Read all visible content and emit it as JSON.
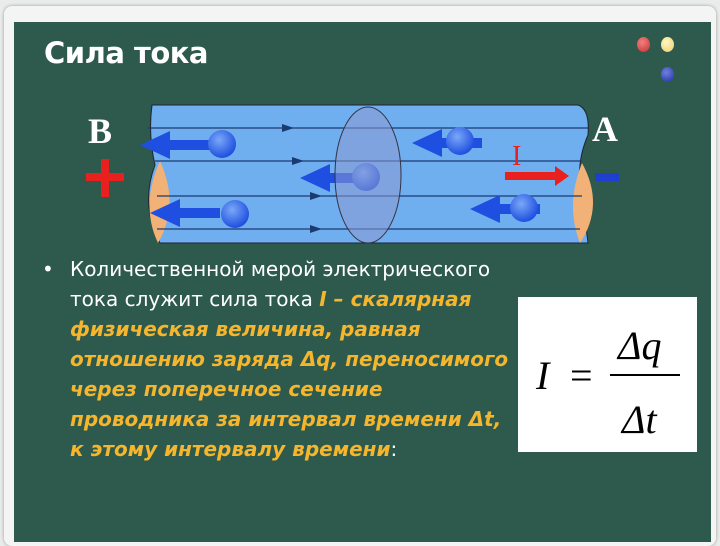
{
  "slide": {
    "title": "Сила тока",
    "diagram": {
      "label_left": "B",
      "label_right": "A",
      "sign_left": "+",
      "sign_right": "-",
      "current_label": "I"
    },
    "bullet": {
      "plain": "Количественной мерой электрического тока служит сила тока ",
      "highlight": "I – скалярная физическая величина, равная отношению заряда Δq, переносимого через поперечное сечение проводника за интервал времени Δt, к этому интервалу времени",
      "end": ":"
    },
    "formula": {
      "lhs": "I",
      "eq": "=",
      "numerator": "Δq",
      "denominator": "Δt"
    },
    "colors": {
      "board": "#2d5a4c",
      "highlight": "#f5b52c",
      "wire": "#6faeef",
      "electron": "#1f4fe0",
      "current": "#e8201e"
    }
  }
}
